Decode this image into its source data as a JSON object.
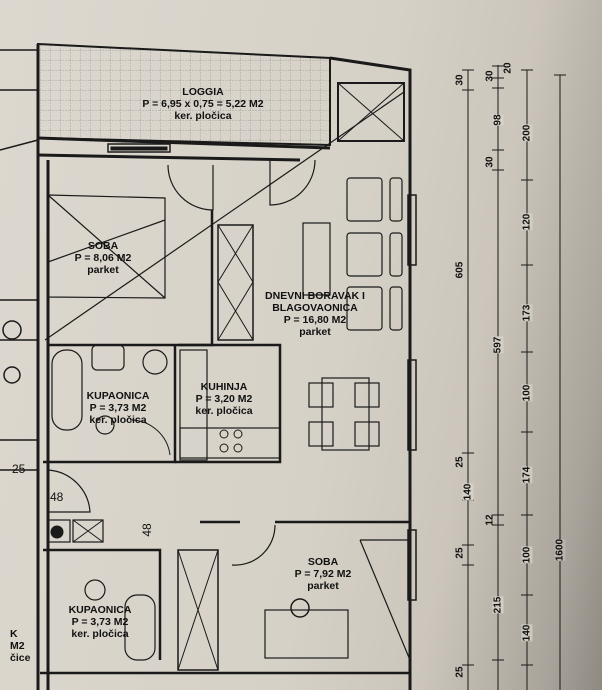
{
  "rooms": [
    {
      "name": "LOGGIA",
      "area": "P = 6,95 x 0,75 = 5,22  M2",
      "floor": "ker. pločica"
    },
    {
      "name": "SOBA",
      "area": "P = 8,06  M2",
      "floor": "parket"
    },
    {
      "name": "DNEVNI BORAVAK I",
      "name2": "BLAGOVAONICA",
      "area": "P = 16,80  M2",
      "floor": "parket"
    },
    {
      "name": "KUPAONICA",
      "area": "P = 3,73  M2",
      "floor": "ker. pločica"
    },
    {
      "name": "KUHINJA",
      "area": "P = 3,20  M2",
      "floor": "ker. pločica"
    },
    {
      "name": "SOBA",
      "area": "P = 7,92  M2",
      "floor": "parket"
    },
    {
      "name": "KUPAONICA",
      "area": "P = 3,73  M2",
      "floor": "ker. pločica"
    }
  ],
  "partial_labels": [
    "K",
    "M2",
    "čice"
  ],
  "inner_dims": [
    "25",
    "48",
    "48"
  ],
  "dimensions": {
    "col1": [
      "30",
      "605",
      "25",
      "140",
      "25",
      "25"
    ],
    "col2": [
      "30",
      "20",
      "98",
      "30",
      "597",
      "12",
      "215"
    ],
    "col3": [
      "200",
      "120",
      "173",
      "100",
      "174",
      "100",
      "140"
    ],
    "col4": [
      "1600"
    ]
  }
}
